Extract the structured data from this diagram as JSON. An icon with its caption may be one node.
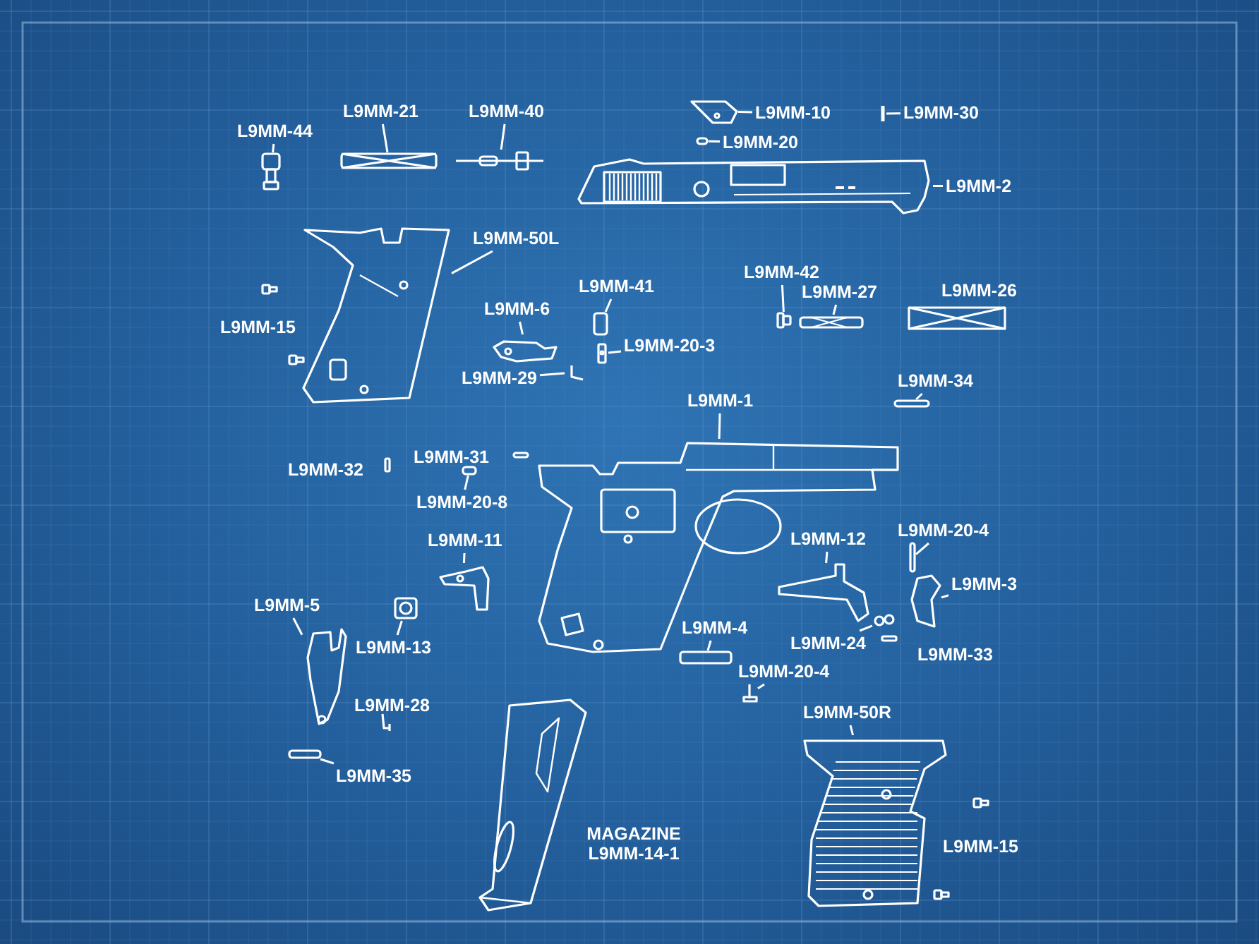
{
  "diagram": {
    "nodes": [
      {
        "text": [
          "L9MM-44"
        ]
      },
      {
        "text": [],
        "shape": "picture"
      },
      {
        "text": [
          "L9MM-21"
        ]
      },
      {
        "text": [],
        "shape": "box"
      },
      {
        "text": [
          "L9MM-40"
        ]
      },
      {
        "text": [],
        "shape": "picture"
      },
      {
        "text": [
          "L9MM-10"
        ]
      },
      {
        "text": [],
        "shape": "picture"
      },
      {
        "text": [
          "L9MM-20"
        ]
      },
      {
        "text": [],
        "shape": "box"
      },
      {
        "text": [
          "L9MM-30"
        ]
      },
      {
        "text": [],
        "shape": "picture"
      },
      {
        "text": [
          "L9MM-2"
        ]
      },
      {
        "text": [],
        "shape": "picture"
      },
      {
        "text": [
          "L9MM-50L"
        ]
      },
      {
        "text": [],
        "shape": "picture"
      },
      {
        "text": [
          "L9MM-6"
        ]
      },
      {
        "text": [],
        "shape": "picture"
      },
      {
        "text": [
          "L9MM-41"
        ]
      },
      {
        "text": [],
        "shape": "box"
      },
      {
        "text": [
          "L9MM-20-3"
        ]
      },
      {
        "text": [],
        "shape": "picture"
      },
      {
        "text": [
          "L9MM-29"
        ]
      },
      {
        "text": [],
        "shape": "picture"
      },
      {
        "text": [
          "L9MM-42"
        ]
      },
      {
        "text": [],
        "shape": "picture"
      },
      {
        "text": [
          "L9MM-27"
        ]
      },
      {
        "text": [],
        "shape": "picture"
      },
      {
        "text": [
          "L9MM-34"
        ]
      },
      {
        "text": [],
        "shape": "box"
      },
      {
        "text": [
          "L9MM-1"
        ]
      },
      {
        "text": [],
        "shape": "picture"
      },
      {
        "text": [
          "L9MM-20-8"
        ]
      },
      {
        "text": [],
        "shape": "box"
      },
      {
        "text": [
          "L9MM-11"
        ]
      },
      {
        "text": [],
        "shape": "picture"
      },
      {
        "text": [
          "L9MM-13"
        ]
      },
      {
        "text": [],
        "shape": "picture"
      },
      {
        "text": [
          "L9MM-5"
        ]
      },
      {
        "text": [],
        "shape": "picture"
      },
      {
        "text": [
          "L9MM-35"
        ]
      },
      {
        "text": [],
        "shape": "box"
      },
      {
        "text": [
          "L9MM-12"
        ]
      },
      {
        "text": [],
        "shape": "picture"
      },
      {
        "text": [
          "L9MM-20-4"
        ]
      },
      {
        "text": [],
        "shape": "box"
      },
      {
        "text": [
          "L9MM-3"
        ]
      },
      {
        "text": [],
        "shape": "picture"
      },
      {
        "text": [
          "L9MM-24"
        ]
      },
      {
        "text": [],
        "shape": "picture"
      },
      {
        "text": [
          "L9MM-4"
        ]
      },
      {
        "text": [],
        "shape": "box"
      },
      {
        "text": [
          "L9MM-20-4"
        ]
      },
      {
        "text": [],
        "shape": "picture"
      },
      {
        "text": [
          "L9MM-50R"
        ]
      },
      {
        "text": [],
        "shape": "picture"
      }
    ],
    "edges": [
      {
        "from": 0,
        "to": 1,
        "arrow": "none"
      },
      {
        "from": 2,
        "to": 3,
        "arrow": "none"
      },
      {
        "from": 4,
        "to": 5,
        "arrow": "none"
      },
      {
        "from": 6,
        "to": 7,
        "arrow": "none"
      },
      {
        "from": 8,
        "to": 9,
        "arrow": "none"
      },
      {
        "from": 10,
        "to": 11,
        "arrow": "none"
      },
      {
        "from": 12,
        "to": 13,
        "arrow": "none"
      },
      {
        "from": 14,
        "to": 15,
        "arrow": "none"
      },
      {
        "from": 16,
        "to": 17,
        "arrow": "none"
      },
      {
        "from": 18,
        "to": 19,
        "arrow": "none"
      },
      {
        "from": 20,
        "to": 21,
        "arrow": "none"
      },
      {
        "from": 22,
        "to": 23,
        "arrow": "none"
      },
      {
        "from": 24,
        "to": 25,
        "arrow": "none"
      },
      {
        "from": 26,
        "to": 27,
        "arrow": "none"
      },
      {
        "from": 28,
        "to": 29,
        "arrow": "none"
      },
      {
        "from": 30,
        "to": 31,
        "arrow": "none"
      },
      {
        "from": 32,
        "to": 33,
        "arrow": "none"
      },
      {
        "from": 34,
        "to": 35,
        "arrow": "none"
      },
      {
        "from": 36,
        "to": 37,
        "arrow": "none"
      },
      {
        "from": 38,
        "to": 39,
        "arrow": "none"
      },
      {
        "from": 40,
        "to": 41,
        "arrow": "none"
      },
      {
        "from": 42,
        "to": 43,
        "arrow": "none"
      },
      {
        "from": 44,
        "to": 45,
        "arrow": "none"
      },
      {
        "from": 46,
        "to": 47,
        "arrow": "none"
      },
      {
        "from": 48,
        "to": 49,
        "arrow": "none"
      },
      {
        "from": 50,
        "to": 51,
        "arrow": "none"
      },
      {
        "from": 52,
        "to": 53,
        "arrow": "none"
      },
      {
        "from": 54,
        "to": 55,
        "arrow": "none"
      }
    ],
    "labels": [
      "L9MM-26",
      "L9MM-15",
      "L9MM-31",
      "L9MM-32",
      "L9MM-33",
      "L9MM-28",
      "MAGAZINE L9MM-14-1",
      "L9MM-15"
    ]
  }
}
